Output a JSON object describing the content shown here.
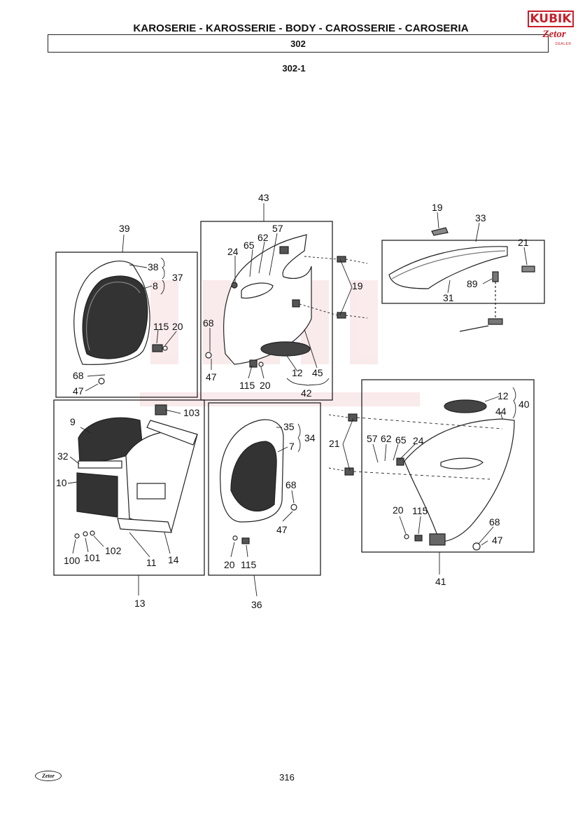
{
  "header": {
    "title": "KAROSERIE - KAROSSERIE - BODY - CAROSSERIE - CAROSERIA",
    "section": "302",
    "subsection": "302-1"
  },
  "logo": {
    "top": "KUBIK",
    "middle": "Zetor",
    "sub": "DEALER"
  },
  "footer": {
    "page": "316",
    "brand": "Zetor"
  },
  "callouts": {
    "c43": "43",
    "c39": "39",
    "c19a": "19",
    "c33": "33",
    "c21a": "21",
    "c57a": "57",
    "c62a": "62",
    "c65a": "65",
    "c24a": "24",
    "c38": "38",
    "c37": "37",
    "c8": "8",
    "c19b": "19",
    "c89": "89",
    "c31": "31",
    "c115a": "115",
    "c20a": "20",
    "c68a": "68",
    "c68b": "68",
    "c47a": "47",
    "c47b": "47",
    "c115b": "115",
    "c20b": "20",
    "c12a": "12",
    "c45": "45",
    "c42": "42",
    "c103": "103",
    "c12b": "12",
    "c40": "40",
    "c44": "44",
    "c9": "9",
    "c35": "35",
    "c34": "34",
    "c7": "7",
    "c21b": "21",
    "c57b": "57",
    "c62b": "62",
    "c65b": "65",
    "c24b": "24",
    "c32": "32",
    "c10": "10",
    "c68c": "68",
    "c47c": "47",
    "c20c": "20",
    "c115c": "115",
    "c68d": "68",
    "c47d": "47",
    "c100": "100",
    "c101": "101",
    "c102": "102",
    "c11": "11",
    "c14": "14",
    "c20d": "20",
    "c115d": "115",
    "c13": "13",
    "c36": "36",
    "c41": "41"
  }
}
